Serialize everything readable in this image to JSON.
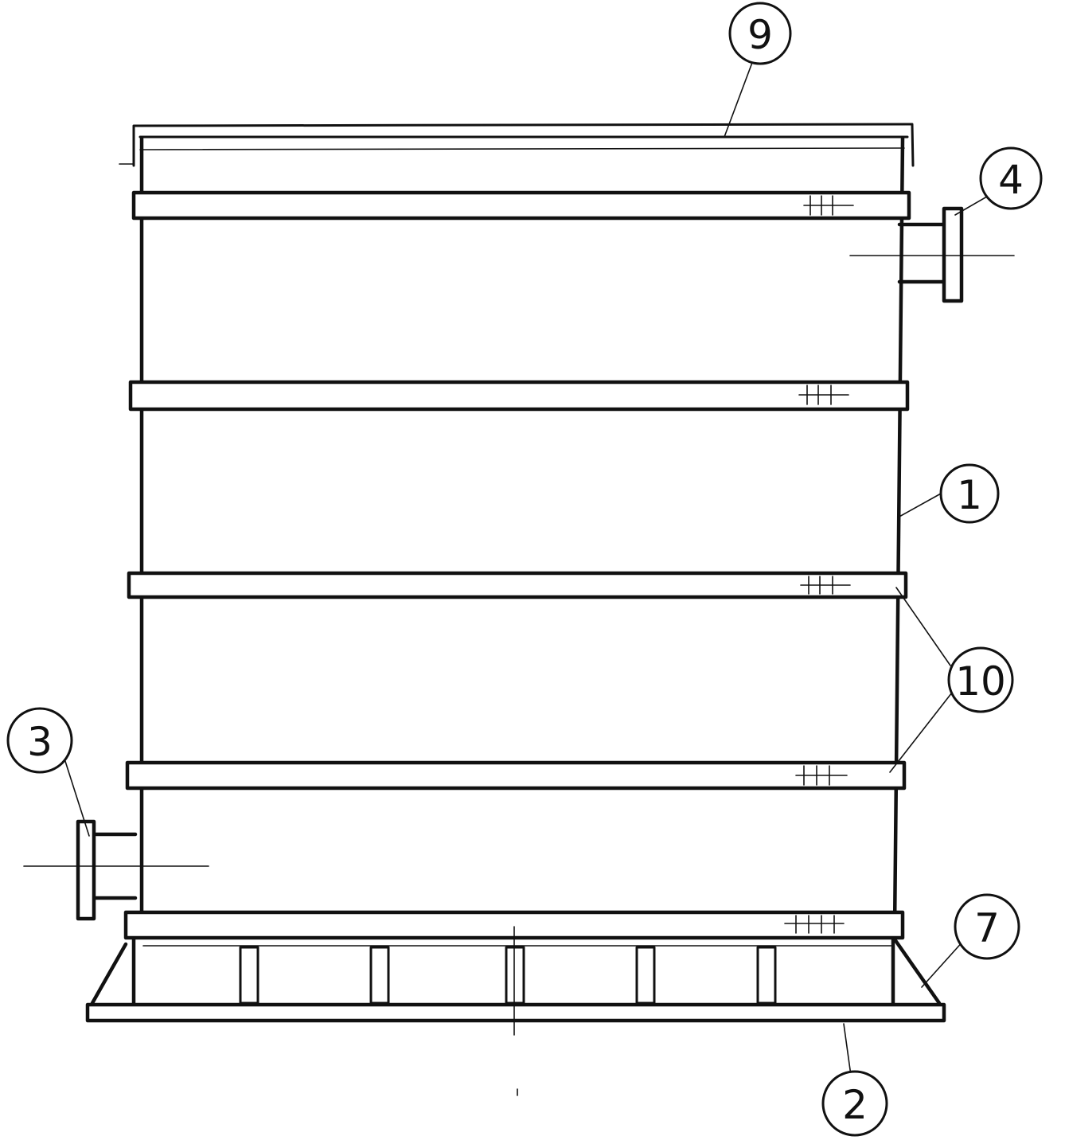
{
  "labels": {
    "cover": "9",
    "tank_body": "1",
    "outlet_nozzle": "4",
    "inlet_nozzle": "3",
    "hoop_ring": "10",
    "base_gusset": "7",
    "base_plate": "2"
  },
  "colors": {
    "ink": "#111111",
    "paper": "#ffffff"
  }
}
